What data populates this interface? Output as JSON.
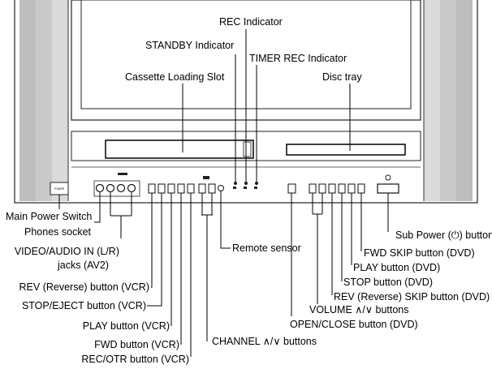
{
  "figure": {
    "labels": {
      "rec_indicator": "REC Indicator",
      "standby_indicator": "STANDBY Indicator",
      "timer_rec_indicator": "TIMER REC Indicator",
      "cassette_slot": "Cassette Loading Slot",
      "disc_tray": "Disc tray",
      "main_power_switch": "Main Power Switch",
      "phones_socket": "Phones socket",
      "video_audio_in_line1": "VIDEO/AUDIO IN (L/R)",
      "video_audio_in_line2": "jacks (AV2)",
      "remote_sensor": "Remote sensor",
      "sub_power_button": "Sub Power (⏻) button",
      "fwd_skip_dvd": "FWD SKIP button (DVD)",
      "play_dvd": "PLAY button (DVD)",
      "stop_dvd": "STOP button (DVD)",
      "rev_skip_dvd": "REV (Reverse) SKIP button (DVD)",
      "volume_buttons": "VOLUME ∧/∨ buttons",
      "open_close_dvd": "OPEN/CLOSE button (DVD)",
      "rev_vcr": "REV (Reverse) button (VCR)",
      "stop_eject_vcr": "STOP/EJECT button (VCR)",
      "play_vcr": "PLAY button (VCR)",
      "fwd_vcr": "FWD button (VCR)",
      "channel_buttons": "CHANNEL ∧/∨ buttons",
      "rec_otr_vcr": "REC/OTR button (VCR)"
    },
    "device_markings": {
      "power_switch_text": "POWER"
    }
  }
}
